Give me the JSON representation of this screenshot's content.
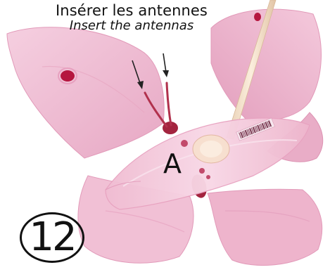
{
  "instruction": {
    "text_fr": "Insérer les antennes",
    "text_en": "Insert the antennas"
  },
  "part_label": "A",
  "step_number": "12",
  "colors": {
    "wing_light": "#f1bcd3",
    "wing_mid": "#e6a4c0",
    "wing_edge": "#d88fb0",
    "body_dark": "#a3243f",
    "antenna": "#b1314d",
    "clip_plate": "#f3c7d9",
    "dowel": "#f2dcc4"
  },
  "icons": [
    "arrow-down-icon",
    "arrow-down-icon"
  ]
}
